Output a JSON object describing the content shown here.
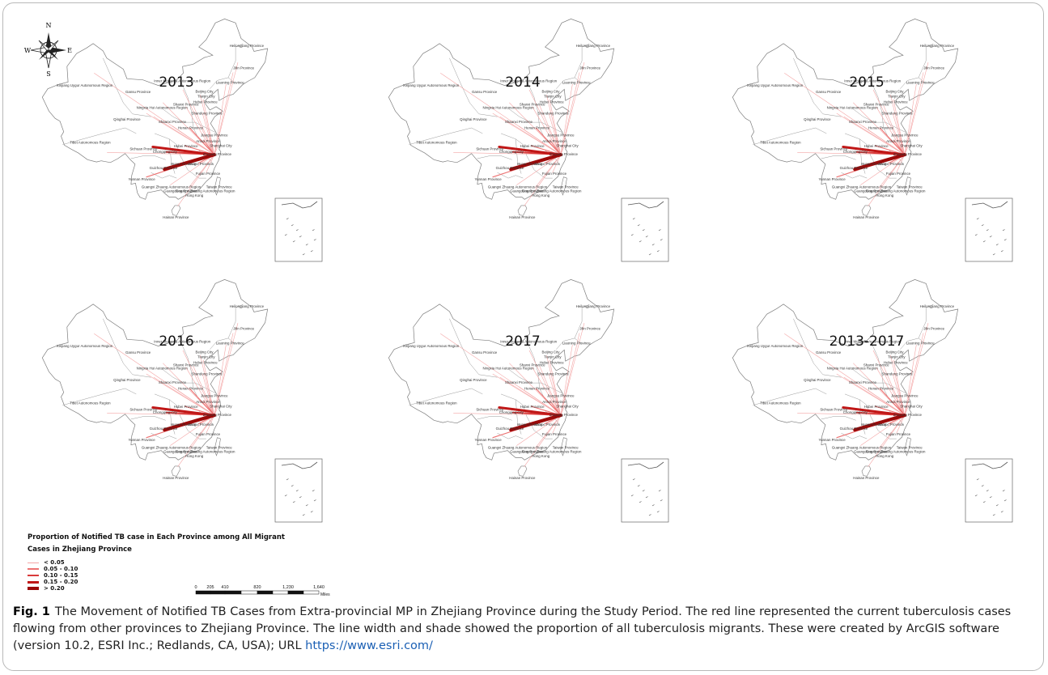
{
  "figure": {
    "compass_labels": {
      "n": "N",
      "s": "S",
      "e": "E",
      "w": "W"
    },
    "panels": [
      {
        "year": "2013"
      },
      {
        "year": "2014"
      },
      {
        "year": "2015"
      },
      {
        "year": "2016"
      },
      {
        "year": "2017"
      },
      {
        "year": "2013-2017"
      }
    ],
    "map_labels": [
      {
        "name": "Heilongjiang Province",
        "lon": 129.0,
        "lat": 48.5
      },
      {
        "name": "Jilin Province",
        "lon": 128.2,
        "lat": 44.5
      },
      {
        "name": "Liaoning Province",
        "lon": 124.5,
        "lat": 41.9
      },
      {
        "name": "Inner Mongolia Autonomous Region",
        "lon": 111.5,
        "lat": 42.2
      },
      {
        "name": "Xinjiang Uygur Autonomous Region",
        "lon": 85.0,
        "lat": 41.4
      },
      {
        "name": "Gansu Province",
        "lon": 99.5,
        "lat": 40.2
      },
      {
        "name": "Beijing City",
        "lon": 117.5,
        "lat": 40.3
      },
      {
        "name": "Tianjin City",
        "lon": 118.0,
        "lat": 39.4
      },
      {
        "name": "Hebei Province",
        "lon": 117.8,
        "lat": 38.4
      },
      {
        "name": "Shanxi Province",
        "lon": 112.5,
        "lat": 38.0
      },
      {
        "name": "Ningxia Hui Autonomous Region",
        "lon": 106.0,
        "lat": 37.4
      },
      {
        "name": "Qinghai Province",
        "lon": 96.5,
        "lat": 35.3
      },
      {
        "name": "Shandong Province",
        "lon": 118.2,
        "lat": 36.4
      },
      {
        "name": "Shaanxi Province",
        "lon": 108.8,
        "lat": 34.9
      },
      {
        "name": "Henan Province",
        "lon": 113.8,
        "lat": 33.8
      },
      {
        "name": "Jiangsu Province",
        "lon": 120.2,
        "lat": 32.5
      },
      {
        "name": "Tibet Autonomous Region",
        "lon": 86.5,
        "lat": 31.2
      },
      {
        "name": "Anhui Province",
        "lon": 118.5,
        "lat": 31.4
      },
      {
        "name": "Shanghai City",
        "lon": 122.0,
        "lat": 30.6
      },
      {
        "name": "Sichuan Province",
        "lon": 101.0,
        "lat": 30.0
      },
      {
        "name": "Hubei Province",
        "lon": 112.5,
        "lat": 30.5
      },
      {
        "name": "Chongqing City",
        "lon": 106.8,
        "lat": 29.5
      },
      {
        "name": "Zhejiang Province",
        "lon": 121.0,
        "lat": 29.1
      },
      {
        "name": "Hunan Province",
        "lon": 111.8,
        "lat": 27.3
      },
      {
        "name": "Jiangxi Province",
        "lon": 116.5,
        "lat": 27.3
      },
      {
        "name": "Guizhou Province",
        "lon": 106.4,
        "lat": 26.6
      },
      {
        "name": "Fujian Province",
        "lon": 118.5,
        "lat": 25.6
      },
      {
        "name": "Yunnan Province",
        "lon": 100.5,
        "lat": 24.6
      },
      {
        "name": "Guangxi Zhuang Autonomous Region",
        "lon": 108.5,
        "lat": 23.2
      },
      {
        "name": "Taiwan Province",
        "lon": 121.5,
        "lat": 23.2
      },
      {
        "name": "Guangdong Province",
        "lon": 111.0,
        "lat": 22.5
      },
      {
        "name": "Guangxi Zhuang Autonomous Region",
        "lon": 117.8,
        "lat": 22.5
      },
      {
        "name": "Hong Kong",
        "lon": 114.8,
        "lat": 21.7
      },
      {
        "name": "Hainan Province",
        "lon": 109.8,
        "lat": 17.8
      }
    ],
    "flow_destination": {
      "name": "Zhejiang Province",
      "lon": 120.2,
      "lat": 29.2
    },
    "flows": [
      {
        "from": "Guizhou Province",
        "lon": 106.7,
        "lat": 26.6,
        "class": "> 0.20"
      },
      {
        "from": "Sichuan Province",
        "lon": 103.5,
        "lat": 30.6,
        "class": "0.15 - 0.20"
      },
      {
        "from": "Chongqing City",
        "lon": 107.2,
        "lat": 29.7,
        "class": "0.10 - 0.15"
      },
      {
        "from": "Hunan Province",
        "lon": 111.8,
        "lat": 27.6,
        "class": "0.05 - 0.10"
      },
      {
        "from": "Jiangxi Province",
        "lon": 116.0,
        "lat": 27.7,
        "class": "0.05 - 0.10"
      },
      {
        "from": "Yunnan Province",
        "lon": 101.8,
        "lat": 25.2,
        "class": "0.05 - 0.10"
      },
      {
        "from": "Anhui Province",
        "lon": 117.3,
        "lat": 31.8,
        "class": "0.05 - 0.10"
      },
      {
        "from": "Henan Province",
        "lon": 113.5,
        "lat": 34.0,
        "class": "0.05 - 0.10"
      },
      {
        "from": "Hubei Province",
        "lon": 112.3,
        "lat": 30.8,
        "class": "0.05 - 0.10"
      },
      {
        "from": "Guangxi Zhuang Autonomous Region",
        "lon": 108.3,
        "lat": 23.8,
        "class": "< 0.05"
      },
      {
        "from": "Guangdong Province",
        "lon": 113.3,
        "lat": 23.3,
        "class": "< 0.05"
      },
      {
        "from": "Fujian Province",
        "lon": 118.0,
        "lat": 26.0,
        "class": "< 0.05"
      },
      {
        "from": "Shaanxi Province",
        "lon": 108.9,
        "lat": 34.3,
        "class": "< 0.05"
      },
      {
        "from": "Gansu Province",
        "lon": 103.8,
        "lat": 36.0,
        "class": "< 0.05"
      },
      {
        "from": "Shanxi Province",
        "lon": 112.5,
        "lat": 37.8,
        "class": "< 0.05"
      },
      {
        "from": "Shandong Province",
        "lon": 117.0,
        "lat": 36.6,
        "class": "< 0.05"
      },
      {
        "from": "Hebei Province",
        "lon": 114.5,
        "lat": 38.0,
        "class": "< 0.05"
      },
      {
        "from": "Beijing City",
        "lon": 116.4,
        "lat": 39.9,
        "class": "< 0.05"
      },
      {
        "from": "Tianjin City",
        "lon": 117.2,
        "lat": 39.1,
        "class": "< 0.05"
      },
      {
        "from": "Liaoning Province",
        "lon": 123.4,
        "lat": 41.8,
        "class": "< 0.05"
      },
      {
        "from": "Jilin Province",
        "lon": 125.3,
        "lat": 43.9,
        "class": "< 0.05"
      },
      {
        "from": "Heilongjiang Province",
        "lon": 126.6,
        "lat": 45.7,
        "class": "< 0.05"
      },
      {
        "from": "Inner Mongolia Autonomous Region",
        "lon": 111.7,
        "lat": 40.8,
        "class": "< 0.05"
      },
      {
        "from": "Ningxia Hui Autonomous Region",
        "lon": 106.3,
        "lat": 38.5,
        "class": "< 0.05"
      },
      {
        "from": "Qinghai Province",
        "lon": 101.8,
        "lat": 36.6,
        "class": "< 0.05"
      },
      {
        "from": "Xinjiang Uygur Autonomous Region",
        "lon": 87.6,
        "lat": 43.8,
        "class": "< 0.05"
      },
      {
        "from": "Tibet Autonomous Region",
        "lon": 91.1,
        "lat": 29.6,
        "class": "< 0.05"
      },
      {
        "from": "Hainan Province",
        "lon": 110.3,
        "lat": 20.0,
        "class": "< 0.05"
      },
      {
        "from": "Shanghai City",
        "lon": 121.5,
        "lat": 31.2,
        "class": "< 0.05"
      },
      {
        "from": "Jiangsu Province",
        "lon": 118.8,
        "lat": 32.1,
        "class": "< 0.05"
      }
    ]
  },
  "legend": {
    "title": "Proportion of Notified TB case in Each Province among All Migrant Cases in Zhejiang Province",
    "items": [
      {
        "label": "< 0.05",
        "color": "#f4a6a6"
      },
      {
        "label": "0.05 - 0.10",
        "color": "#ec7272"
      },
      {
        "label": "0.10 - 0.15",
        "color": "#d93a3a"
      },
      {
        "label": "0.15 - 0.20",
        "color": "#c01717"
      },
      {
        "label": "> 0.20",
        "color": "#9c0a0a"
      }
    ]
  },
  "scale_bar": {
    "ticks": [
      "0",
      "205",
      "410",
      "820",
      "1,230",
      "1,640"
    ],
    "unit": "Miles"
  },
  "caption": {
    "label": "Fig. 1",
    "text": "The Movement of Notified TB Cases from Extra-provincial MP in Zhejiang Province during the Study Period. The red line represented the current tuberculosis cases  flowing from other provinces to Zhejiang Province. The line width and shade showed the proportion of all tuberculosis migrants. These were created by ArcGIS software (version 10.2, ESRI Inc.; Redlands, CA, USA); URL",
    "url": "https://www.esri.com/"
  }
}
